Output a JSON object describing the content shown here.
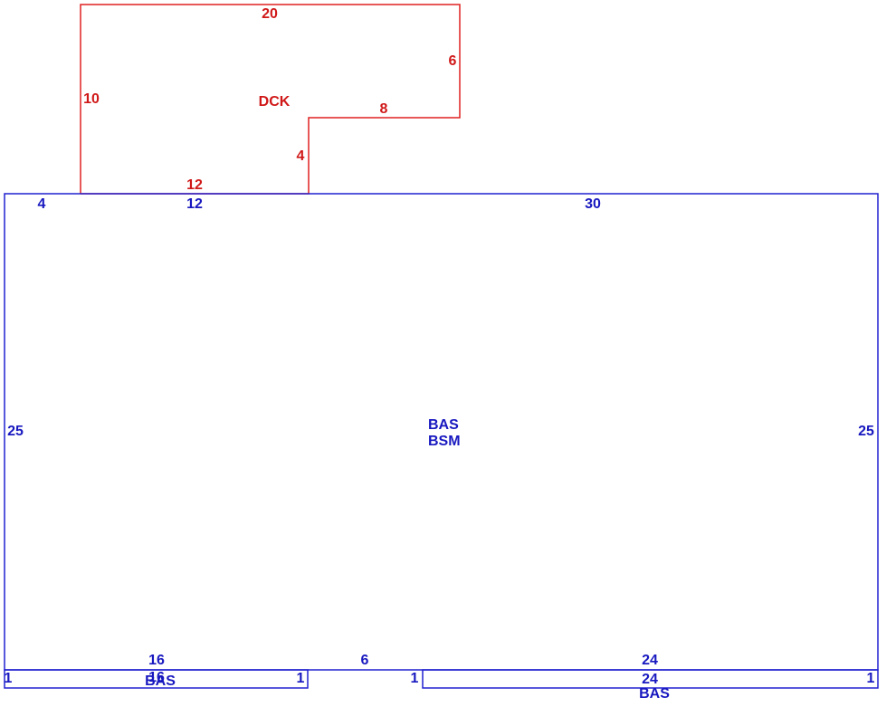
{
  "colors": {
    "deck": "#e02020",
    "building": "#2020d0"
  },
  "deck": {
    "area_label": "DCK",
    "dims": {
      "top": "20",
      "right": "6",
      "left": "10",
      "inner_top": "8",
      "inner_side": "4",
      "bottom": "12"
    }
  },
  "main": {
    "area_label_1": "BAS",
    "area_label_2": "BSM",
    "dims": {
      "top_left": "4",
      "top_mid": "12",
      "top_right": "30",
      "left": "25",
      "right": "25",
      "bottom_left": "16",
      "bottom_mid": "6",
      "bottom_right": "24"
    }
  },
  "left_strip": {
    "area_label": "BAS",
    "dims": {
      "top": "16",
      "left": "1",
      "right": "1"
    }
  },
  "right_strip": {
    "area_label": "BAS",
    "dims": {
      "top": "24",
      "left": "1",
      "right": "1"
    }
  }
}
